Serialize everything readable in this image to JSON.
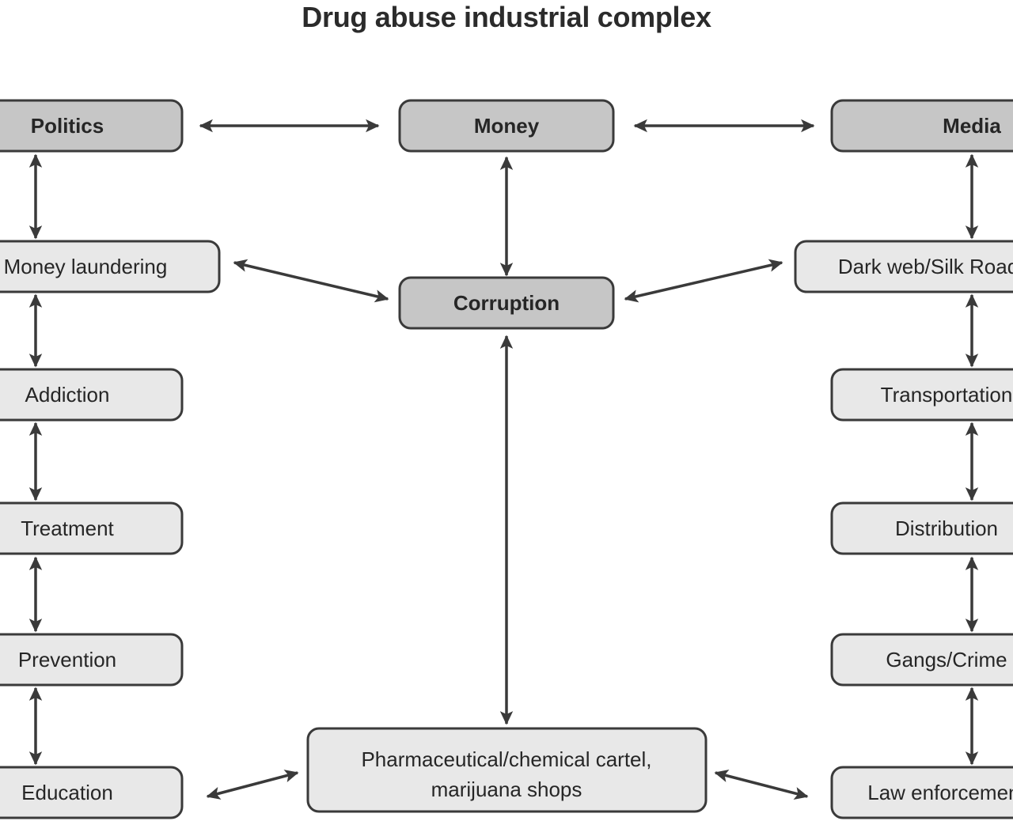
{
  "title": "Drug abuse industrial complex",
  "colors": {
    "accent_fill": "#c6c6c6",
    "plain_fill": "#e8e8e8",
    "stroke": "#3a3a3a",
    "text": "#262626",
    "background": "#ffffff"
  },
  "nodes": {
    "politics": {
      "label": "Politics",
      "emphasis": "accent"
    },
    "money": {
      "label": "Money",
      "emphasis": "accent"
    },
    "media": {
      "label": "Media",
      "emphasis": "accent"
    },
    "corruption": {
      "label": "Corruption",
      "emphasis": "accent"
    },
    "money_laundering": {
      "label": "Money laundering",
      "emphasis": "plain"
    },
    "addiction": {
      "label": "Addiction",
      "emphasis": "plain"
    },
    "treatment": {
      "label": "Treatment",
      "emphasis": "plain"
    },
    "prevention": {
      "label": "Prevention",
      "emphasis": "plain"
    },
    "education": {
      "label": "Education",
      "emphasis": "plain"
    },
    "dark_web": {
      "label": "Dark web/Silk Road",
      "emphasis": "plain"
    },
    "transportation": {
      "label": "Transportation",
      "emphasis": "plain"
    },
    "distribution": {
      "label": "Distribution",
      "emphasis": "plain"
    },
    "gangs": {
      "label": "Gangs/Crime",
      "emphasis": "plain"
    },
    "law_enforcement": {
      "label": "Law enforcement",
      "emphasis": "plain"
    },
    "cartel": {
      "label_line1": "Pharmaceutical/chemical cartel,",
      "label_line2": "marijuana shops",
      "emphasis": "plain"
    }
  },
  "edges": [
    {
      "from": "politics",
      "to": "money",
      "style": "double-headed"
    },
    {
      "from": "money",
      "to": "media",
      "style": "double-headed"
    },
    {
      "from": "politics",
      "to": "money_laundering",
      "style": "double-headed"
    },
    {
      "from": "money",
      "to": "corruption",
      "style": "double-headed"
    },
    {
      "from": "media",
      "to": "dark_web",
      "style": "double-headed"
    },
    {
      "from": "money_laundering",
      "to": "corruption",
      "style": "double-headed"
    },
    {
      "from": "corruption",
      "to": "dark_web",
      "style": "double-headed"
    },
    {
      "from": "money_laundering",
      "to": "addiction",
      "style": "double-headed"
    },
    {
      "from": "addiction",
      "to": "treatment",
      "style": "double-headed"
    },
    {
      "from": "treatment",
      "to": "prevention",
      "style": "double-headed"
    },
    {
      "from": "prevention",
      "to": "education",
      "style": "double-headed"
    },
    {
      "from": "dark_web",
      "to": "transportation",
      "style": "double-headed"
    },
    {
      "from": "transportation",
      "to": "distribution",
      "style": "double-headed"
    },
    {
      "from": "distribution",
      "to": "gangs",
      "style": "double-headed"
    },
    {
      "from": "gangs",
      "to": "law_enforcement",
      "style": "double-headed"
    },
    {
      "from": "corruption",
      "to": "cartel",
      "style": "double-headed"
    },
    {
      "from": "education",
      "to": "cartel",
      "style": "double-headed"
    },
    {
      "from": "cartel",
      "to": "law_enforcement",
      "style": "double-headed"
    }
  ]
}
